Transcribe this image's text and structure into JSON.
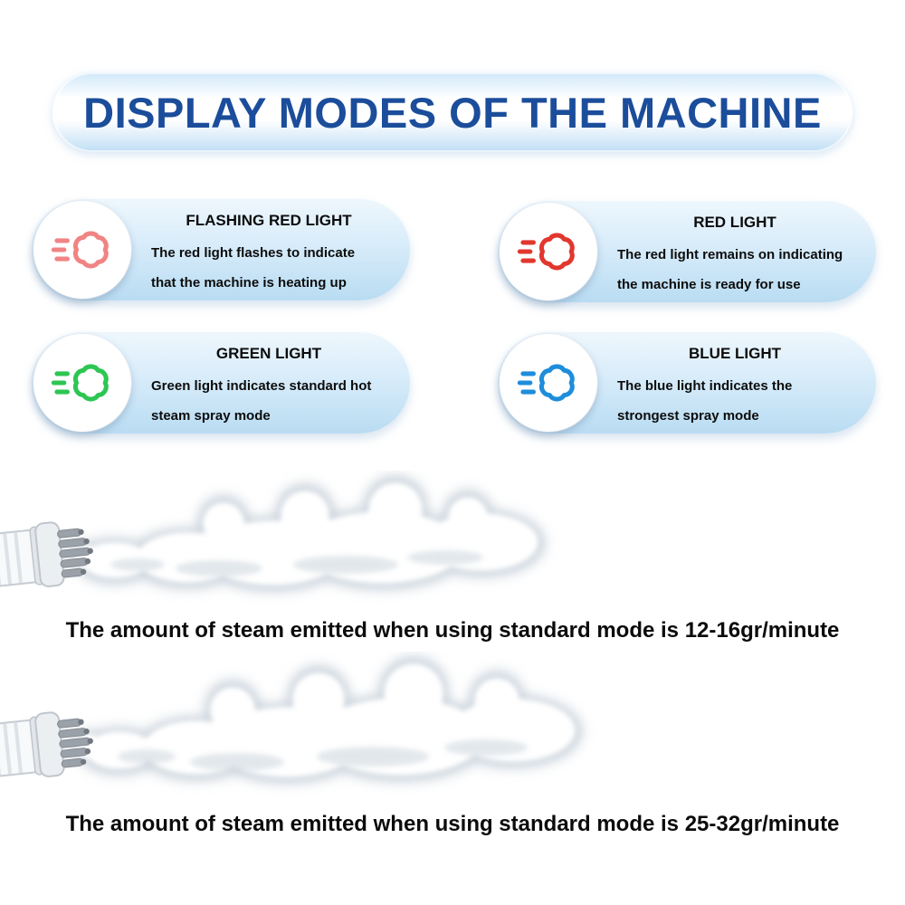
{
  "header": {
    "title": "DISPLAY MODES OF THE MACHINE",
    "title_color": "#1b4d9b"
  },
  "modes": [
    {
      "title": "FLASHING RED LIGHT",
      "description": "The red light flashes to indicate that the machine is heating up",
      "color": "#f08484",
      "icon": "steam-puff-icon"
    },
    {
      "title": "RED LIGHT",
      "description": "The red light remains on indicating the machine is ready for use",
      "color": "#e2372e",
      "icon": "steam-puff-icon"
    },
    {
      "title": "GREEN LIGHT",
      "description": "Green light indicates standard hot steam spray mode",
      "color": "#2ec653",
      "icon": "steam-puff-icon"
    },
    {
      "title": "BLUE LIGHT",
      "description": "The blue light indicates the strongest spray mode",
      "color": "#1e8ddb",
      "icon": "steam-puff-icon"
    }
  ],
  "figures": [
    {
      "image": "steam-nozzle-spray",
      "caption": "The amount of steam emitted when using standard mode is 12-16gr/minute"
    },
    {
      "image": "steam-nozzle-spray",
      "caption": "The amount of steam emitted when using standard mode is 25-32gr/minute"
    }
  ],
  "card_style": {
    "background_top": "#eef7fd",
    "background_bottom": "#b9dcf2"
  }
}
